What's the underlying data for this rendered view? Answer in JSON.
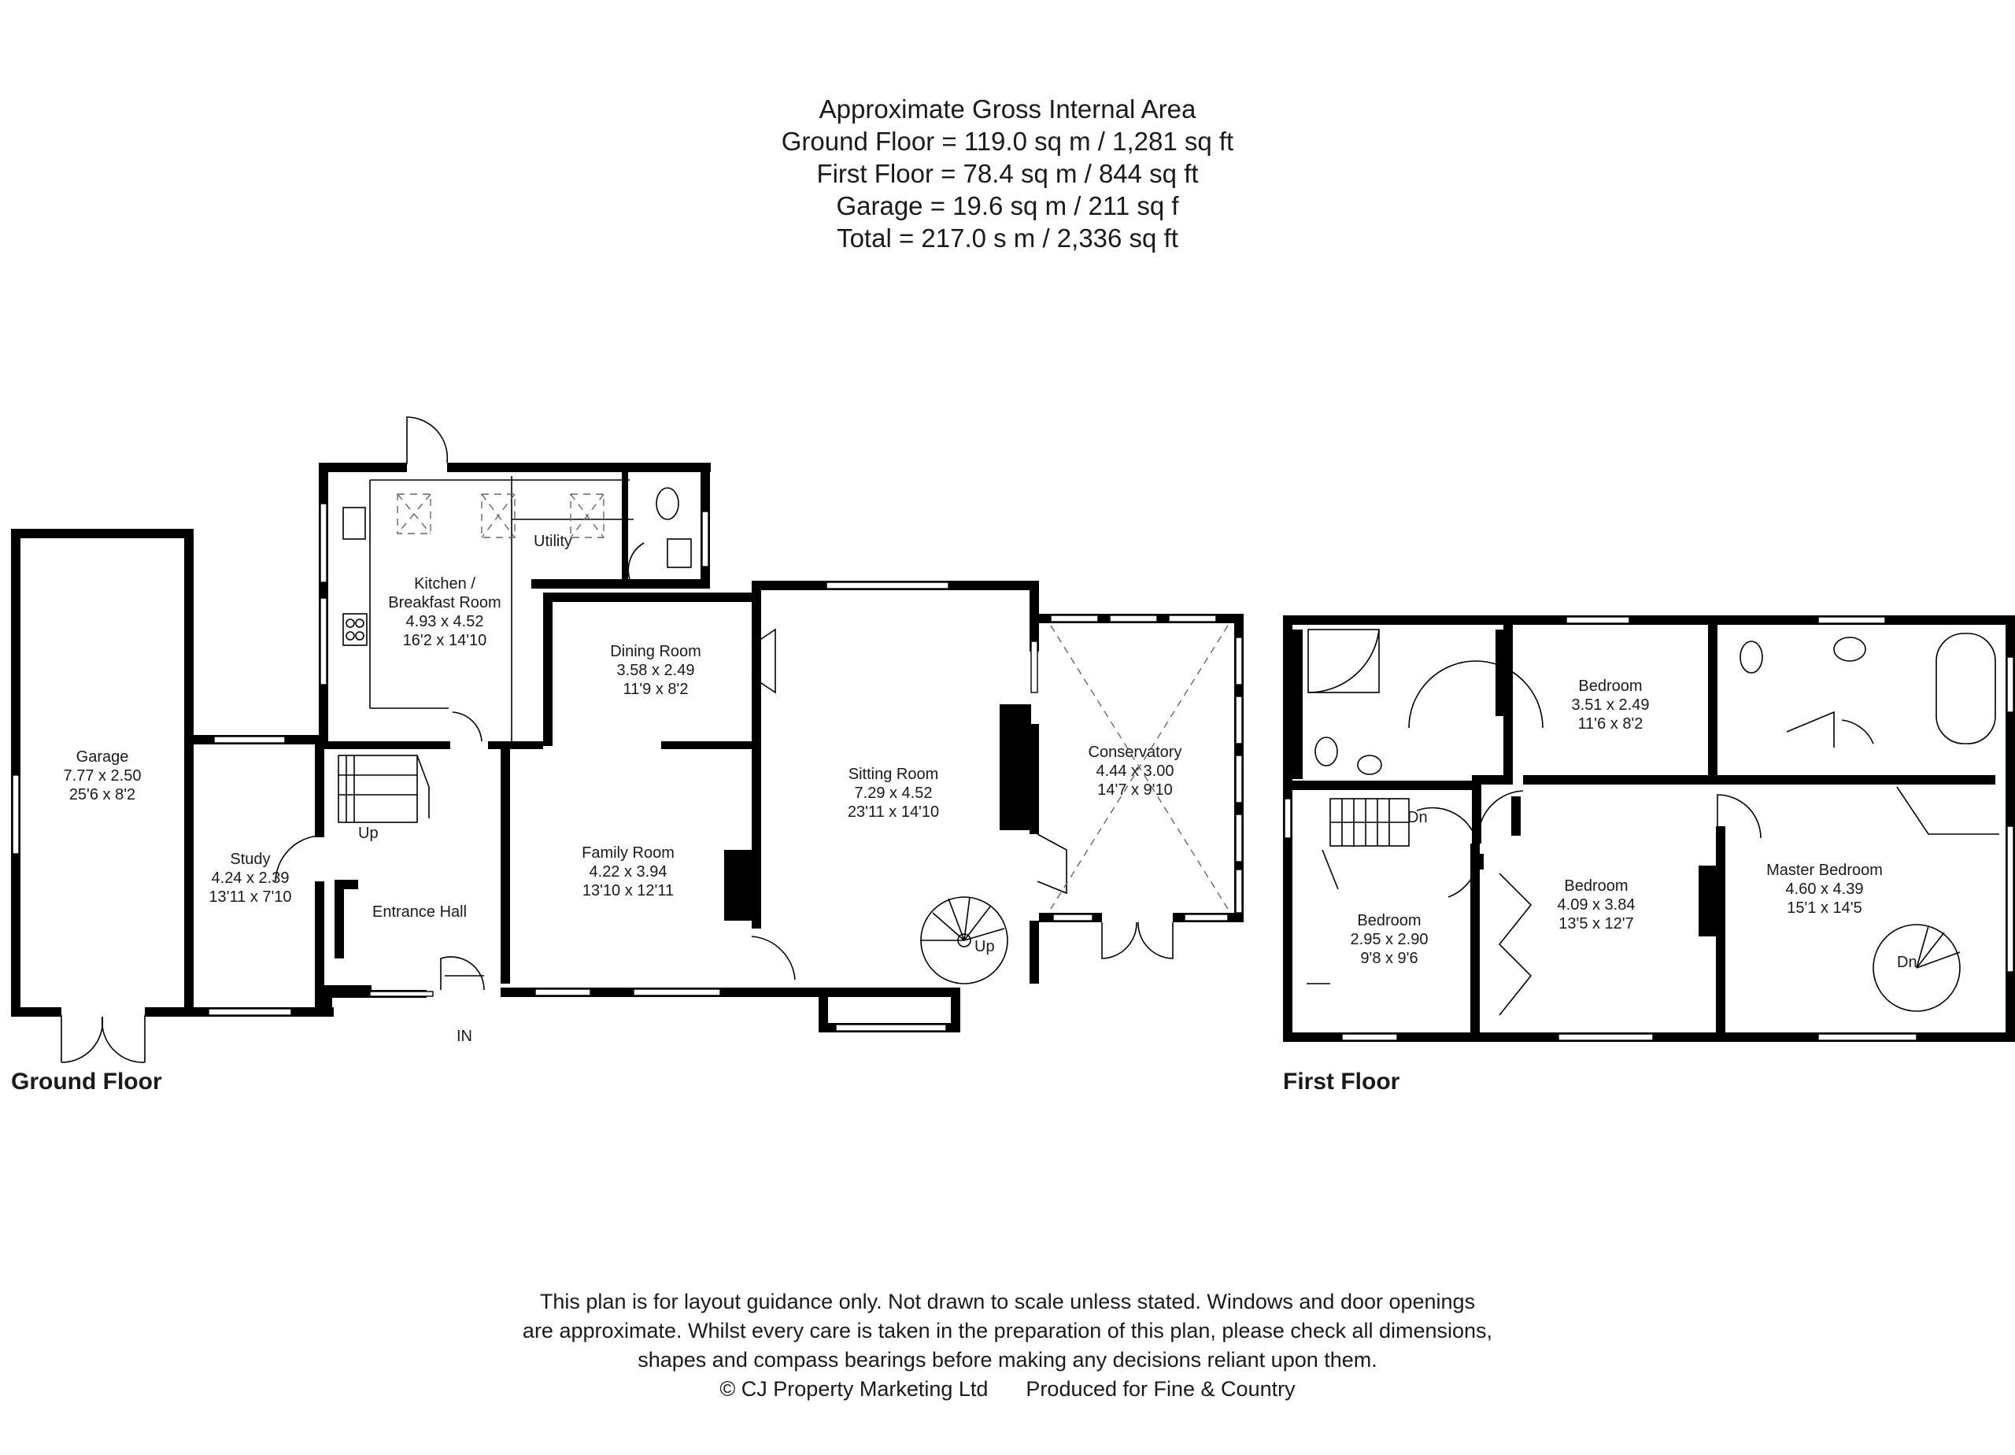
{
  "area_summary": {
    "heading": "Approximate Gross Internal Area",
    "ground_floor": "Ground Floor = 119.0 sq m / 1,281 sq ft",
    "first_floor": "First Floor = 78.4 sq m / 844 sq ft",
    "garage": "Garage = 19.6 sq m / 211 sq f",
    "total": "Total = 217.0 s m / 2,336 sq ft"
  },
  "floor_labels": {
    "ground": "Ground Floor",
    "first": "First Floor"
  },
  "ground_floor_rooms": {
    "garage": {
      "name": "Garage",
      "metric": "7.77 x 2.50",
      "imperial": "25'6 x 8'2"
    },
    "study": {
      "name": "Study",
      "metric": "4.24 x 2.39",
      "imperial": "13'11 x 7'10"
    },
    "kitchen": {
      "name": "Kitchen /",
      "name2": "Breakfast Room",
      "metric": "4.93 x 4.52",
      "imperial": "16'2 x 14'10"
    },
    "utility": {
      "name": "Utility"
    },
    "dining": {
      "name": "Dining Room",
      "metric": "3.58 x 2.49",
      "imperial": "11'9 x 8'2"
    },
    "family": {
      "name": "Family Room",
      "metric": "4.22 x 3.94",
      "imperial": "13'10 x 12'11"
    },
    "sitting": {
      "name": "Sitting Room",
      "metric": "7.29 x 4.52",
      "imperial": "23'11 x 14'10"
    },
    "conservatory": {
      "name": "Conservatory",
      "metric": "4.44 x 3.00",
      "imperial": "14'7 x 9'10"
    },
    "entrance": {
      "name": "Entrance Hall"
    }
  },
  "ground_markers": {
    "stairs_up": "Up",
    "spiral_up": "Up",
    "entrance": "IN"
  },
  "first_floor_rooms": {
    "bedroom_top": {
      "name": "Bedroom",
      "metric": "3.51 x 2.49",
      "imperial": "11'6 x 8'2"
    },
    "bedroom_small": {
      "name": "Bedroom",
      "metric": "2.95 x 2.90",
      "imperial": "9'8 x 9'6"
    },
    "bedroom_mid": {
      "name": "Bedroom",
      "metric": "4.09 x 3.84",
      "imperial": "13'5 x 12'7"
    },
    "master": {
      "name": "Master Bedroom",
      "metric": "4.60 x 4.39",
      "imperial": "15'1 x 14'5"
    }
  },
  "first_markers": {
    "stairs_down": "Dn",
    "spiral_down": "Dn"
  },
  "disclaimer": {
    "line1": "This plan is for layout guidance only. Not drawn to scale unless stated. Windows and door openings",
    "line2": "are approximate. Whilst every care is taken in the preparation of this plan, please check all dimensions,",
    "line3": "shapes and compass bearings before making any decisions reliant upon them.",
    "copyright": "© CJ Property Marketing Ltd",
    "produced": "Produced for Fine & Country"
  }
}
